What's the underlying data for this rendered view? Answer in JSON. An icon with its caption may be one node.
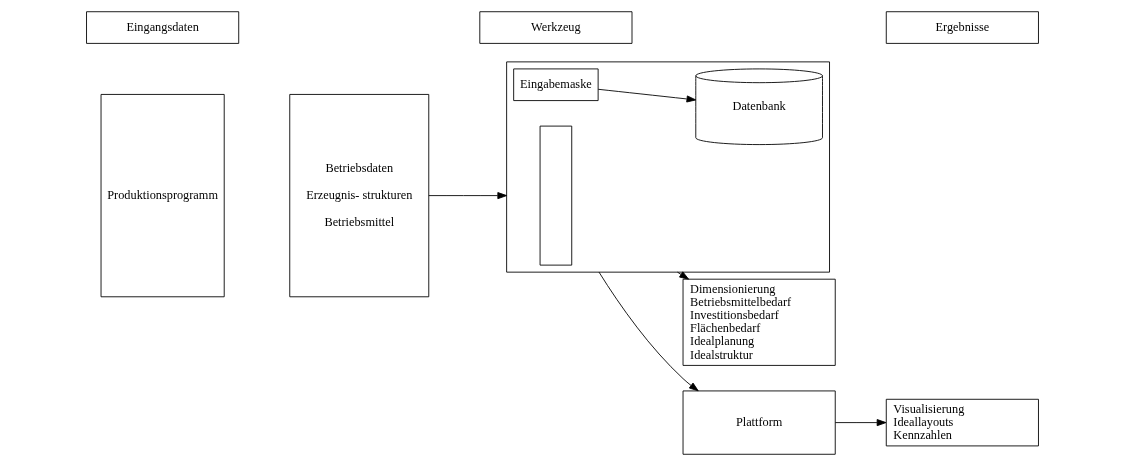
{
  "diagram": {
    "nodes": [
      {
        "text": [
          "Eingangsdaten"
        ]
      },
      {
        "text": [
          "Werkzeug"
        ]
      },
      {
        "text": [
          "Ergebnisse"
        ]
      },
      {
        "text": [
          "Produktionsprogramm"
        ]
      },
      {
        "text": [
          "Betriebsdaten",
          "Erzeugnis- strukturen",
          "Betriebsmittel"
        ]
      },
      {
        "text": [],
        "shape": "box"
      },
      {
        "text": [],
        "shape": "box",
        "in": 5
      },
      {
        "text": [
          "Eingabemaske"
        ],
        "in": 5
      },
      {
        "text": [
          "Datenbank"
        ],
        "in": 5
      },
      {
        "text": [
          "Dimensionierung",
          "Betriebsmittelbedarf",
          "Investitionsbedarf",
          "Flächenbedarf",
          "Idealplanung",
          "Idealstruktur"
        ]
      },
      {
        "text": [
          "Plattform"
        ]
      },
      {
        "text": [
          "Visualisierung",
          "Ideallayouts",
          "Kennzahlen"
        ]
      }
    ],
    "edges": [
      {
        "from": 4,
        "to": 5,
        "arrow": "to"
      },
      {
        "from": 5,
        "to": 9,
        "arrow": "to"
      },
      {
        "from": 10,
        "to": 11,
        "arrow": "to"
      },
      {
        "from": 7,
        "to": 8,
        "arrow": "to"
      },
      {
        "from": 5,
        "to": 10,
        "arrow": "to"
      }
    ]
  }
}
